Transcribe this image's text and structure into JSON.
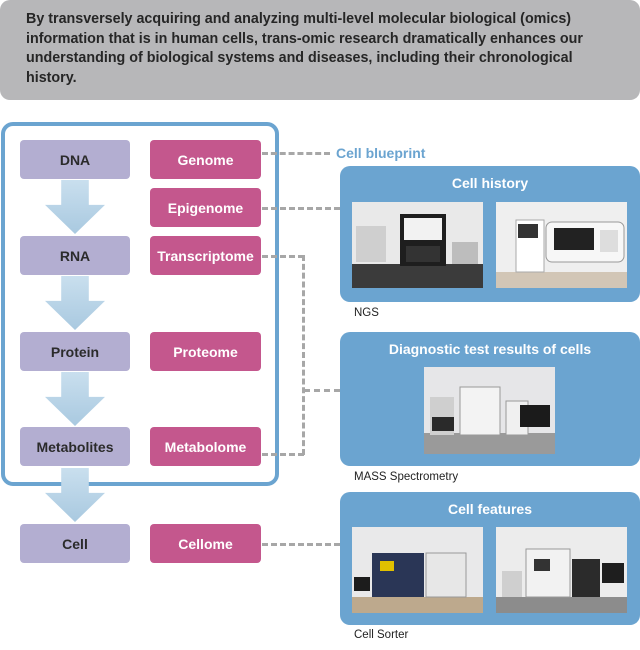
{
  "intro": {
    "text": "By transversely acquiring and analyzing multi-level molecular biological (omics) information that is in human cells, trans-omic research dramatically enhances our understanding of biological systems and diseases, including their chronological history."
  },
  "molecules": [
    "DNA",
    "RNA",
    "Protein",
    "Metabolites",
    "Cell"
  ],
  "omics": [
    "Genome",
    "Epigenome",
    "Transcriptome",
    "Proteome",
    "Metabolome",
    "Cellome"
  ],
  "blueprint_label": "Cell blueprint",
  "panels": [
    {
      "title": "Cell history",
      "caption": "NGS"
    },
    {
      "title": "Diagnostic test results of cells",
      "caption": "MASS Spectrometry"
    },
    {
      "title": "Cell features",
      "caption": "Cell Sorter"
    }
  ],
  "colors": {
    "frame_blue": "#6ba4d0",
    "molecule_box": "#b3aed1",
    "omics_box": "#c4578d",
    "intro_bg": "#b7b7b9"
  }
}
